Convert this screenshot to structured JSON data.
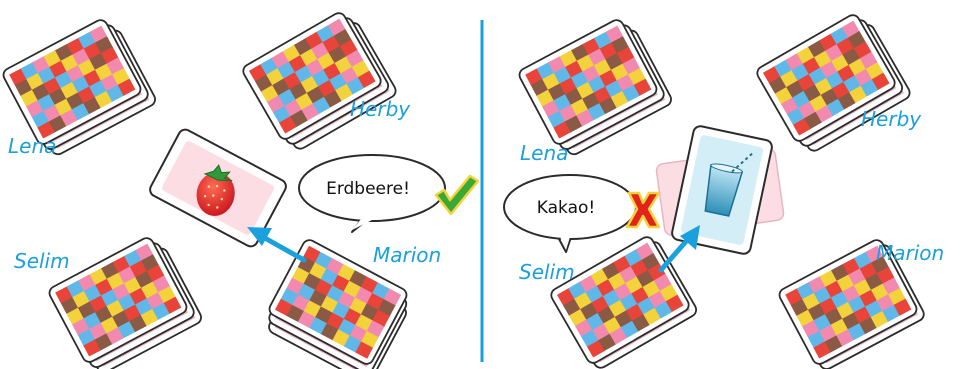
{
  "colors": {
    "accent_blue": "#1aa0dc",
    "divider": "#1aa0dc",
    "tile_colors": [
      "#e8443a",
      "#f3d23c",
      "#5fb8e8",
      "#8a5a44",
      "#f28ab0"
    ],
    "card_border": "#2b2b2b",
    "card_face_pink": "#fbdde3",
    "check_green": "#3aa935",
    "cross_red": "#e2231a"
  },
  "left_panel": {
    "players": {
      "lena": "Lena",
      "herby": "Herby",
      "selim": "Selim",
      "marion": "Marion"
    },
    "center_card": {
      "picture": "strawberry-icon"
    },
    "speech": {
      "text": "Erdbeere!",
      "verdict": "check-mark-icon"
    }
  },
  "right_panel": {
    "players": {
      "lena": "Lena",
      "herby": "Herby",
      "selim": "Selim",
      "marion": "Marion"
    },
    "center_card": {
      "picture": "glass-of-cocoa-icon"
    },
    "speech": {
      "text": "Kakao!",
      "verdict": "cross-mark-icon"
    }
  }
}
